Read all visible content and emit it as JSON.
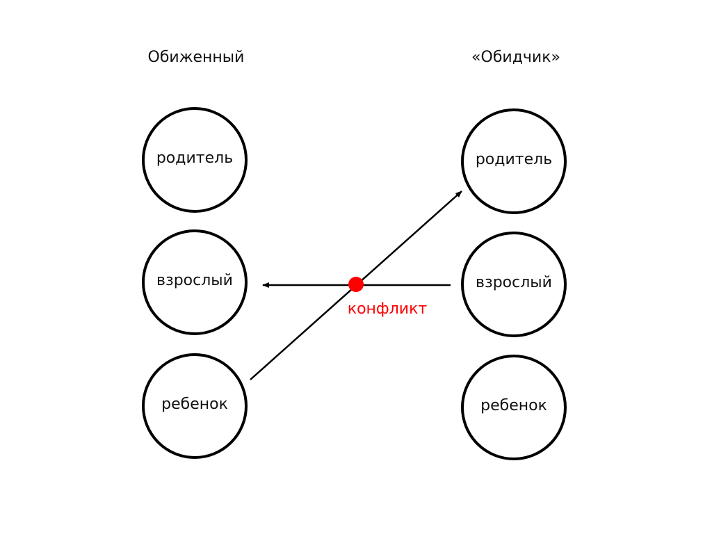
{
  "left_column": {
    "heading": "Обиженный",
    "nodes": [
      "родитель",
      "взрослый",
      "ребенок"
    ]
  },
  "right_column": {
    "heading": "«Обидчик»",
    "nodes": [
      "родитель",
      "взрослый",
      "ребенок"
    ]
  },
  "conflict": {
    "label": "конфликт",
    "color": "#ff0000"
  },
  "arrows": [
    {
      "from": "right_column.взрослый",
      "to": "left_column.взрослый"
    },
    {
      "from": "left_column.ребенок",
      "to": "right_column.родитель"
    }
  ]
}
